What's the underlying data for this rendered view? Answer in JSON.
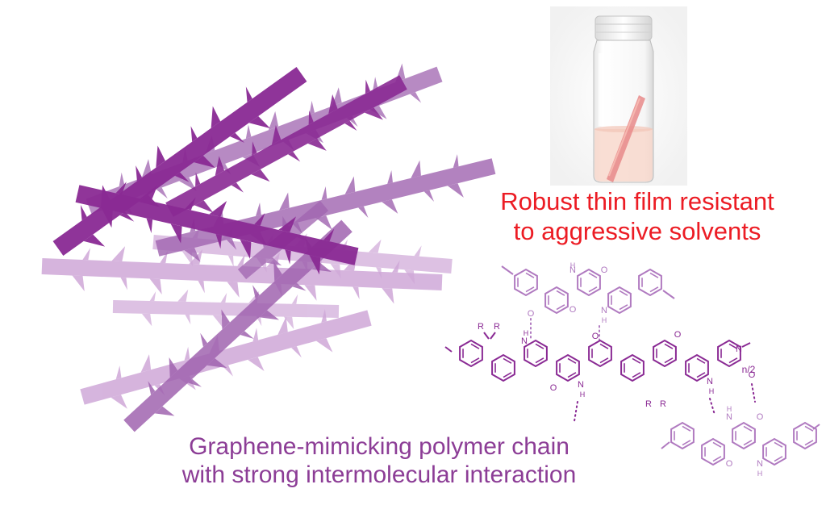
{
  "captions": {
    "top_right": {
      "line1": "Robust thin film resistant",
      "line2": "to aggressive solvents",
      "color": "#ec1c24"
    },
    "bottom": {
      "line1": "Graphene-mimicking polymer chain",
      "line2": "with strong intermolecular interaction",
      "color": "#8c3d96"
    }
  },
  "molecule": {
    "atom_labels": {
      "N": "N",
      "H": "H",
      "O": "O",
      "R": "R",
      "repeat": "n/2"
    }
  },
  "colors": {
    "strand_dark": "#8a2a94",
    "strand_mid": "#a064b0",
    "strand_light": "#cfa8d8",
    "molecule_dark": "#8a2a94",
    "molecule_light": "#b07ac0",
    "vial_liquid": "#f8d8cc",
    "film_strip": "#e88a8a"
  },
  "icons": [
    "vial-photo",
    "polymer-strands",
    "chemical-structure"
  ]
}
